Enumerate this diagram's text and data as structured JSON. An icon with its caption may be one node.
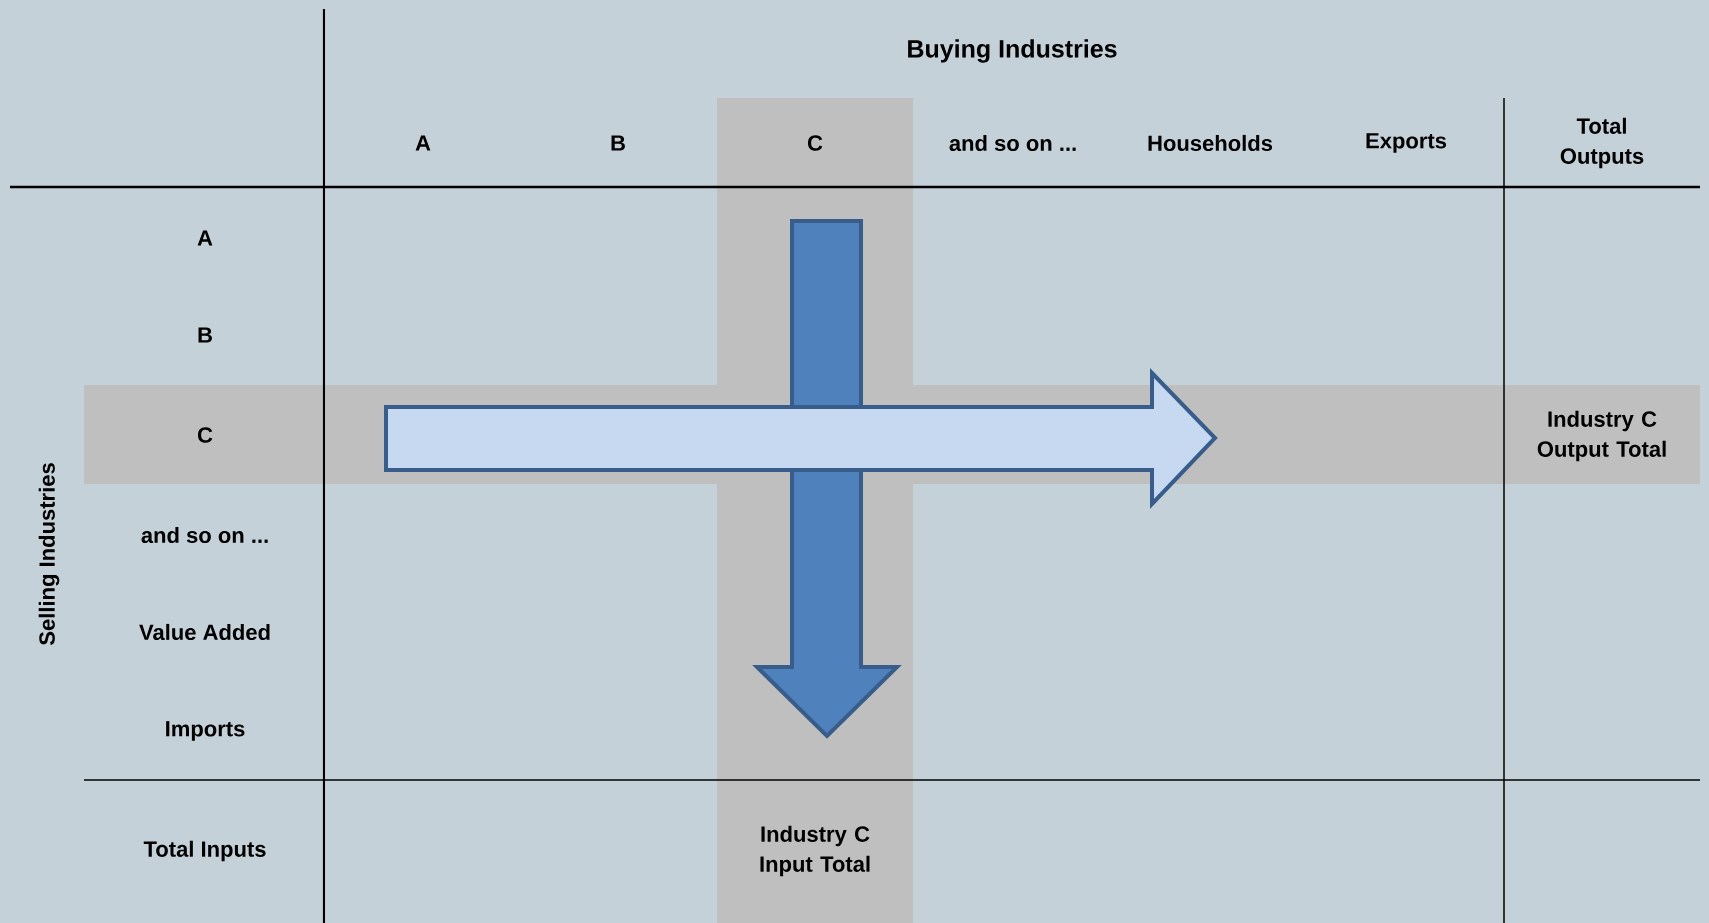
{
  "diagram": {
    "title": "Buying Industries",
    "labels": [
      "A",
      "B",
      "C",
      "and so on ...",
      "Households",
      "Exports",
      "Total Outputs",
      "A",
      "B",
      "C",
      "and so on ...",
      "Value Added",
      "Imports",
      "Total Inputs",
      "Selling Industries",
      "Industry C Output Total",
      "Industry C Input Total"
    ]
  }
}
